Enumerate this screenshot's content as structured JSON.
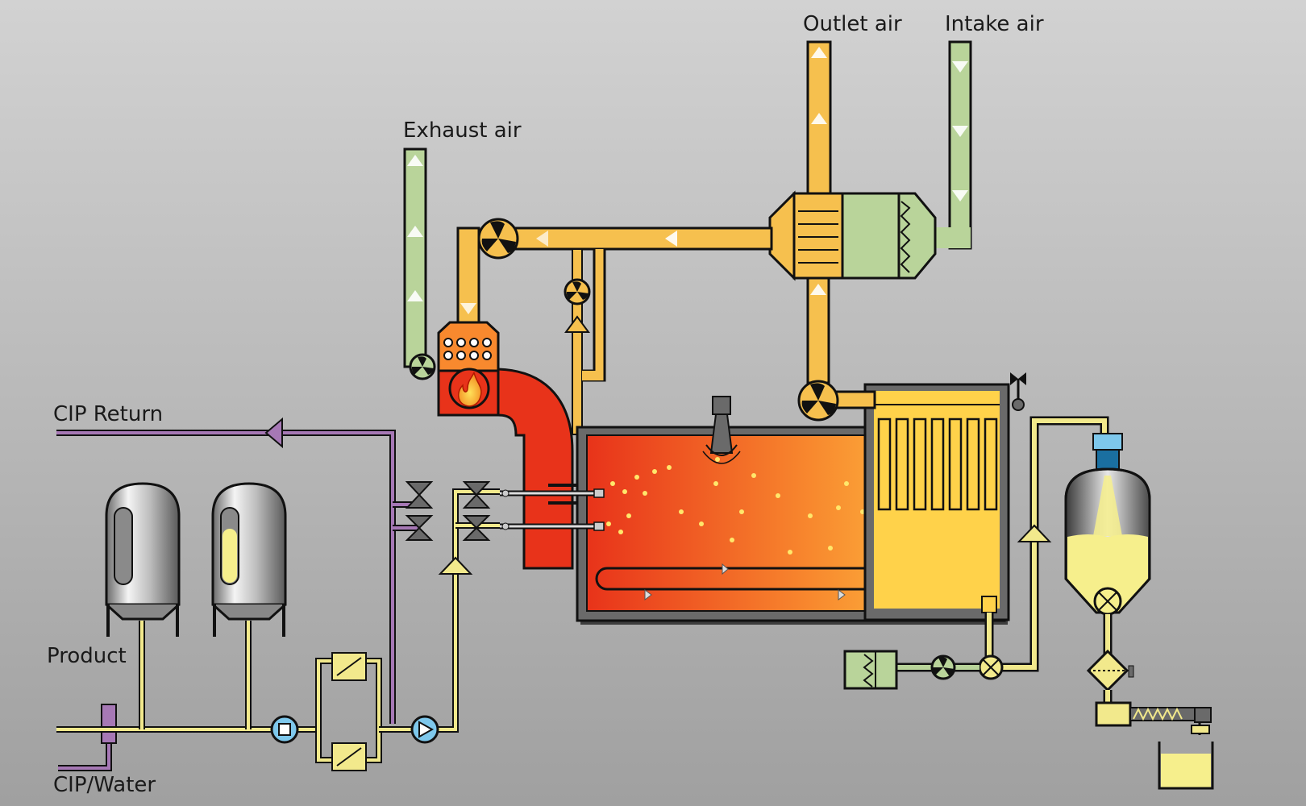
{
  "labels": {
    "outlet_air": "Outlet air",
    "intake_air": "Intake air",
    "exhaust_air": "Exhaust air",
    "cip_return": "CIP Return",
    "product": "Product",
    "cip_water": "CIP/Water"
  },
  "colors": {
    "background_top": "#cfcfcf",
    "background_bottom": "#a2a2a2",
    "hot_air_pipe": "#f6c04e",
    "fresh_air_pipe": "#b9d49a",
    "product_pipe": "#f2e98c",
    "cip_pipe": "#a678b5",
    "burner": "#e8331a",
    "chamber_hot": "#e8331a",
    "chamber_warm": "#ffd24a",
    "pump": "#7ec8ec",
    "outline": "#111111"
  },
  "icons": [
    "fan-icon",
    "flame-icon",
    "valve-icon",
    "pump-icon",
    "filter-icon",
    "heat-exchanger-icon",
    "tank-icon",
    "cyclone-icon",
    "screw-conveyor-icon"
  ]
}
